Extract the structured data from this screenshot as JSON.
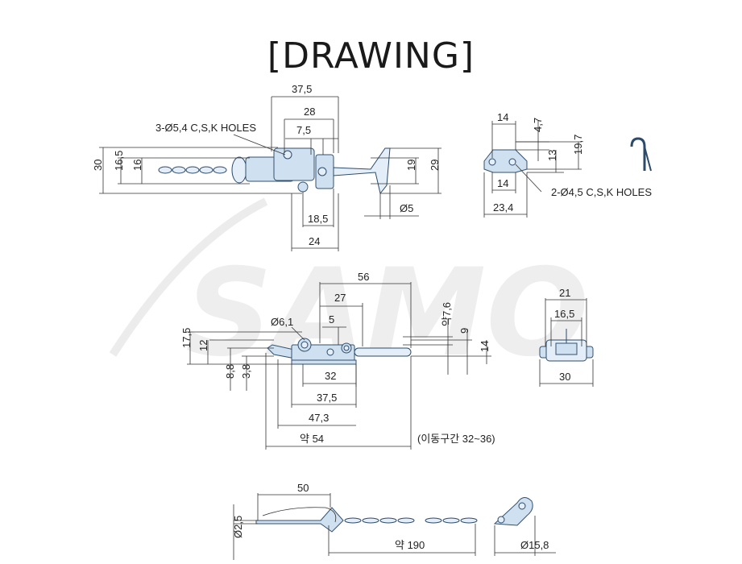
{
  "title": "[DRAWING]",
  "watermark": "SAMO",
  "top_view": {
    "dims": {
      "d37_5": "37,5",
      "d28": "28",
      "d7_5": "7,5",
      "holes": "3-Ø5,4 C,S,K HOLES",
      "d30": "30",
      "d16_5": "16,5",
      "d16": "16",
      "d19": "19",
      "d29": "29",
      "d18_5": "18,5",
      "d5": "Ø5",
      "d24": "24"
    }
  },
  "side_view_right": {
    "dims": {
      "d14a": "14",
      "d4_7": "4,7",
      "d13": "13",
      "d19_7": "19,7",
      "d14b": "14",
      "holes": "2-Ø4,5 C,S,K HOLES",
      "d23_4": "23,4"
    }
  },
  "front_view": {
    "dims": {
      "d56": "56",
      "d27": "27",
      "d6_1": "Ø6,1",
      "d5": "5",
      "d7_6": "약7,6",
      "d9": "9",
      "d17_5": "17,5",
      "d12": "12",
      "d14": "14",
      "d8_8": "8,8",
      "d3_8": "3,8",
      "d32": "32",
      "d37_5": "37,5",
      "d47_3": "47,3",
      "d54": "약 54",
      "travel": "(이동구간 32~36)"
    }
  },
  "end_view": {
    "dims": {
      "d21": "21",
      "d16_5": "16,5",
      "d30": "30"
    }
  },
  "pin_view": {
    "dims": {
      "d50": "50",
      "d2_5": "Ø2,5",
      "d190": "약 190",
      "d15_8": "Ø15,8"
    }
  },
  "colors": {
    "part_fill": "#cfe0f0",
    "line": "#333333",
    "watermark": "#e9e9e9"
  }
}
